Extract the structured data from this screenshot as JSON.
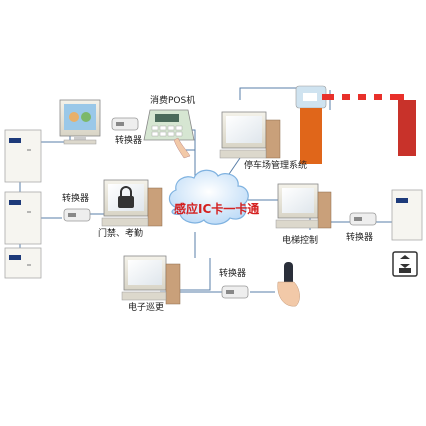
{
  "hub": {
    "label": "感应IC卡一卡通"
  },
  "nodes": {
    "pos": "消费POS机",
    "converter": "转换器",
    "parking": "停车场管理系统",
    "access": "门禁、考勤",
    "elevator": "电梯控制",
    "patrol": "电子巡更"
  },
  "colors": {
    "line": "#5a7fa8",
    "cloud": "#d9ecff",
    "cloud_text": "#d42020",
    "barrier": "#e0661a",
    "barrier_arm": "#e8302a",
    "panel": "#e8e6df",
    "brand": "#1d3a7a"
  },
  "icons": [
    "cloud-icon",
    "computer-icon",
    "pos-terminal-icon",
    "barrier-gate-icon",
    "controller-box-icon",
    "converter-icon",
    "lock-icon",
    "elevator-icon",
    "patrol-wand-icon"
  ]
}
